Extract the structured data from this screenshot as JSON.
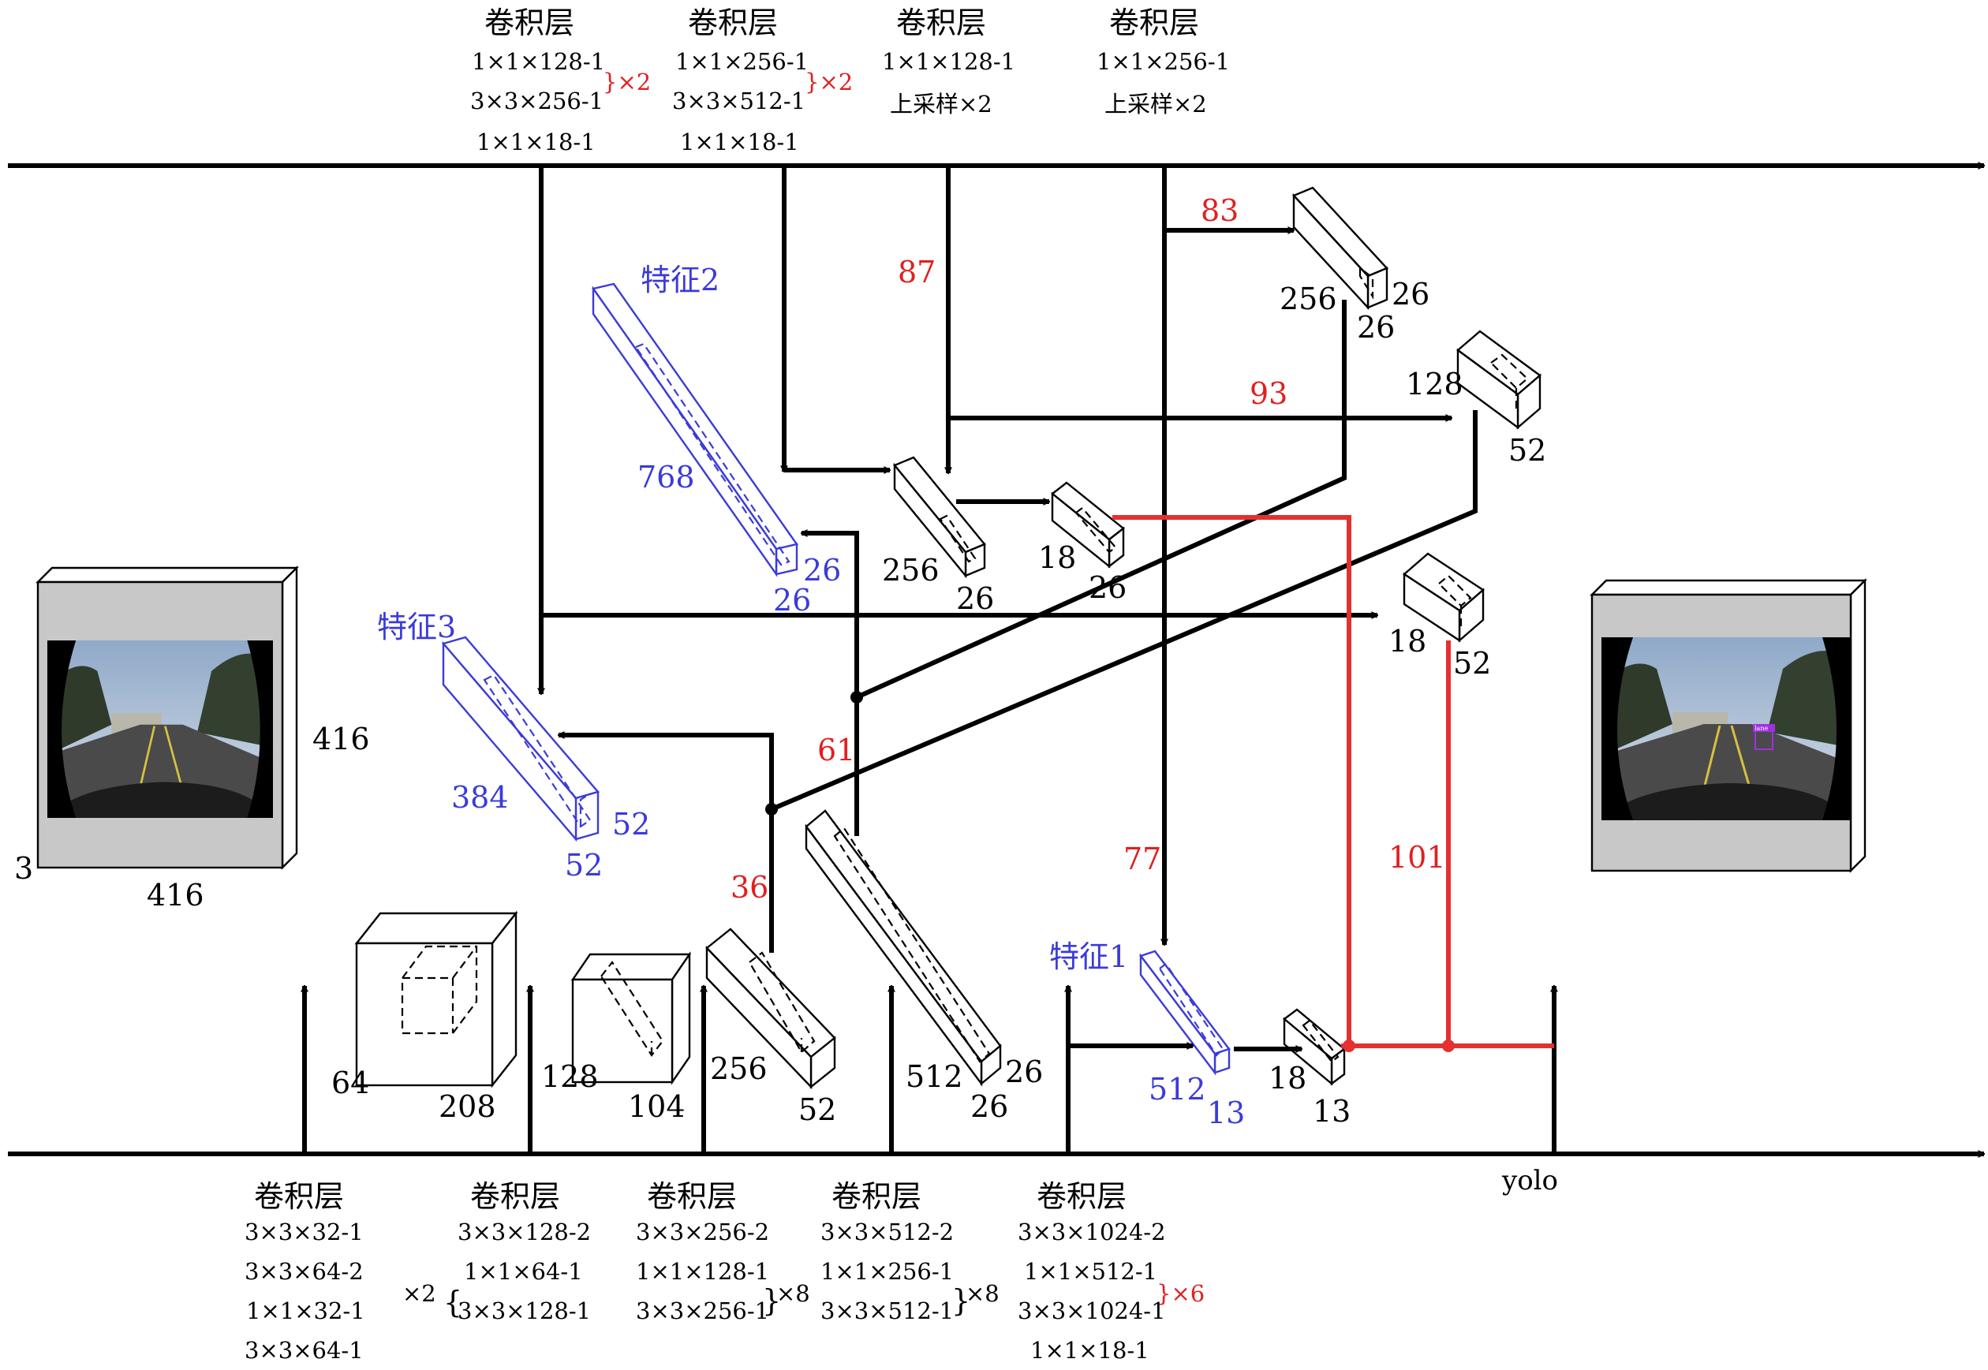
{
  "colors": {
    "feature_accent": "#3b3bd9",
    "red_annotation": "#e02020",
    "red_flow": "#e53030",
    "photo_border": "#c8c8c8",
    "photo_frame": "#ffffff"
  },
  "top_layers": [
    {
      "title": "卷积层",
      "line1": "1×1×128-1",
      "line2": "3×3×256-1",
      "brace": "}×2",
      "line3": "1×1×18-1"
    },
    {
      "title": "卷积层",
      "line1": "1×1×256-1",
      "line2": "3×3×512-1",
      "brace": "}×2",
      "line3": "1×1×18-1"
    },
    {
      "title": "卷积层",
      "line1": "1×1×128-1",
      "line2": "上采样×2"
    },
    {
      "title": "卷积层",
      "line1": "1×1×256-1",
      "line2": "上采样×2"
    }
  ],
  "bottom_layers": [
    {
      "title": "卷积层",
      "lines": [
        "3×3×32-1",
        "3×3×64-2",
        "1×1×32-1",
        "3×3×64-1"
      ]
    },
    {
      "title": "卷积层",
      "lines": [
        "3×3×128-2",
        "1×1×64-1",
        "3×3×128-1"
      ],
      "multiplier": "×2"
    },
    {
      "title": "卷积层",
      "lines": [
        "3×3×256-2",
        "1×1×128-1",
        "3×3×256-1"
      ],
      "multiplier": "×8"
    },
    {
      "title": "卷积层",
      "lines": [
        "3×3×512-2",
        "1×1×256-1",
        "3×3×512-1"
      ],
      "multiplier": "×8"
    },
    {
      "title": "卷积层",
      "lines": [
        "3×3×1024-2",
        "1×1×512-1",
        "3×3×1024-1",
        "1×1×18-1"
      ],
      "multiplier": "}×6"
    }
  ],
  "yolo_label": "yolo",
  "input_image": {
    "w": "416",
    "h": "416",
    "c": "3"
  },
  "feature_labels": {
    "f1": "特征1",
    "f2": "特征2",
    "f3": "特征3"
  },
  "blocks": {
    "b208": {
      "a": "64",
      "b": "208"
    },
    "b104": {
      "a": "128",
      "b": "104"
    },
    "b52": {
      "a": "256",
      "b": "52"
    },
    "b26": {
      "a": "512",
      "b": "26",
      "c": "26"
    },
    "f1": {
      "a": "512",
      "b": "13"
    },
    "o13": {
      "a": "18",
      "b": "13"
    },
    "f3": {
      "a": "384",
      "b": "52",
      "c": "52"
    },
    "f2": {
      "a": "768",
      "b": "26",
      "c": "26"
    },
    "m256": {
      "a": "256",
      "b": "26"
    },
    "o26": {
      "a": "18",
      "b": "26"
    },
    "t256": {
      "a": "256",
      "b": "26",
      "c": "26"
    },
    "t128": {
      "a": "128",
      "b": "52"
    },
    "o52": {
      "a": "18",
      "b": "52"
    }
  },
  "route_labels": {
    "r83": "83",
    "r87": "87",
    "r93": "93",
    "r61": "61",
    "r36": "36",
    "r77": "77",
    "r101": "101"
  },
  "detection_tag": "lane"
}
